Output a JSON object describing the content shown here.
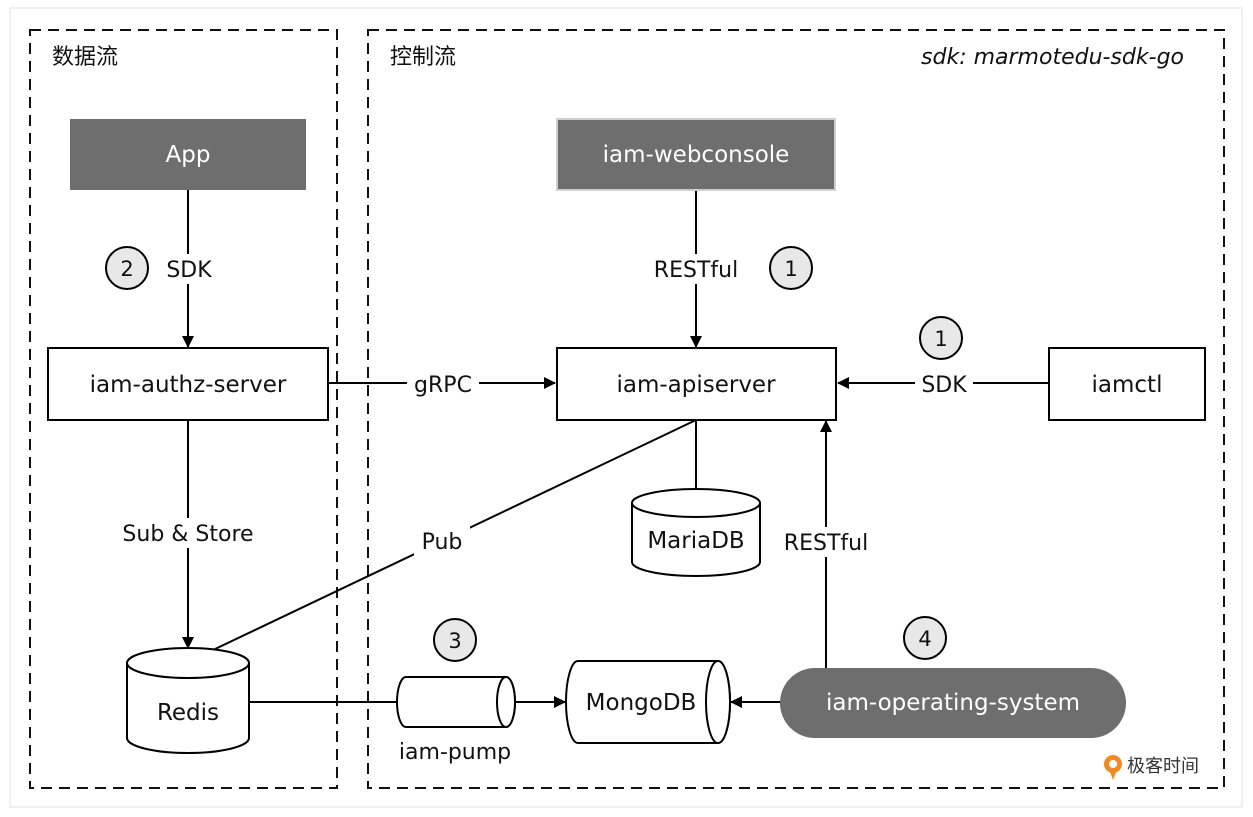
{
  "sections": {
    "data_flow": "数据流",
    "control_flow": "控制流",
    "sdk_note": "sdk: marmotedu-sdk-go"
  },
  "nodes": {
    "app": "App",
    "webconsole": "iam-webconsole",
    "authz": "iam-authz-server",
    "apiserver": "iam-apiserver",
    "iamctl": "iamctl",
    "mariadb": "MariaDB",
    "redis": "Redis",
    "pump": "iam-pump",
    "mongodb": "MongoDB",
    "operating": "iam-operating-system"
  },
  "edges": {
    "sdk_app": "SDK",
    "restful_web": "RESTful",
    "grpc": "gRPC",
    "sdk_ctl": "SDK",
    "sub_store": "Sub & Store",
    "pub": "Pub",
    "restful_ops": "RESTful"
  },
  "steps": [
    "1",
    "2",
    "3",
    "4"
  ],
  "watermark": "极客时间",
  "colors": {
    "dark_box": "#6e6e6e",
    "line": "#000000",
    "step_fill": "#e8e8e8",
    "logo_orange": "#f08a24"
  }
}
